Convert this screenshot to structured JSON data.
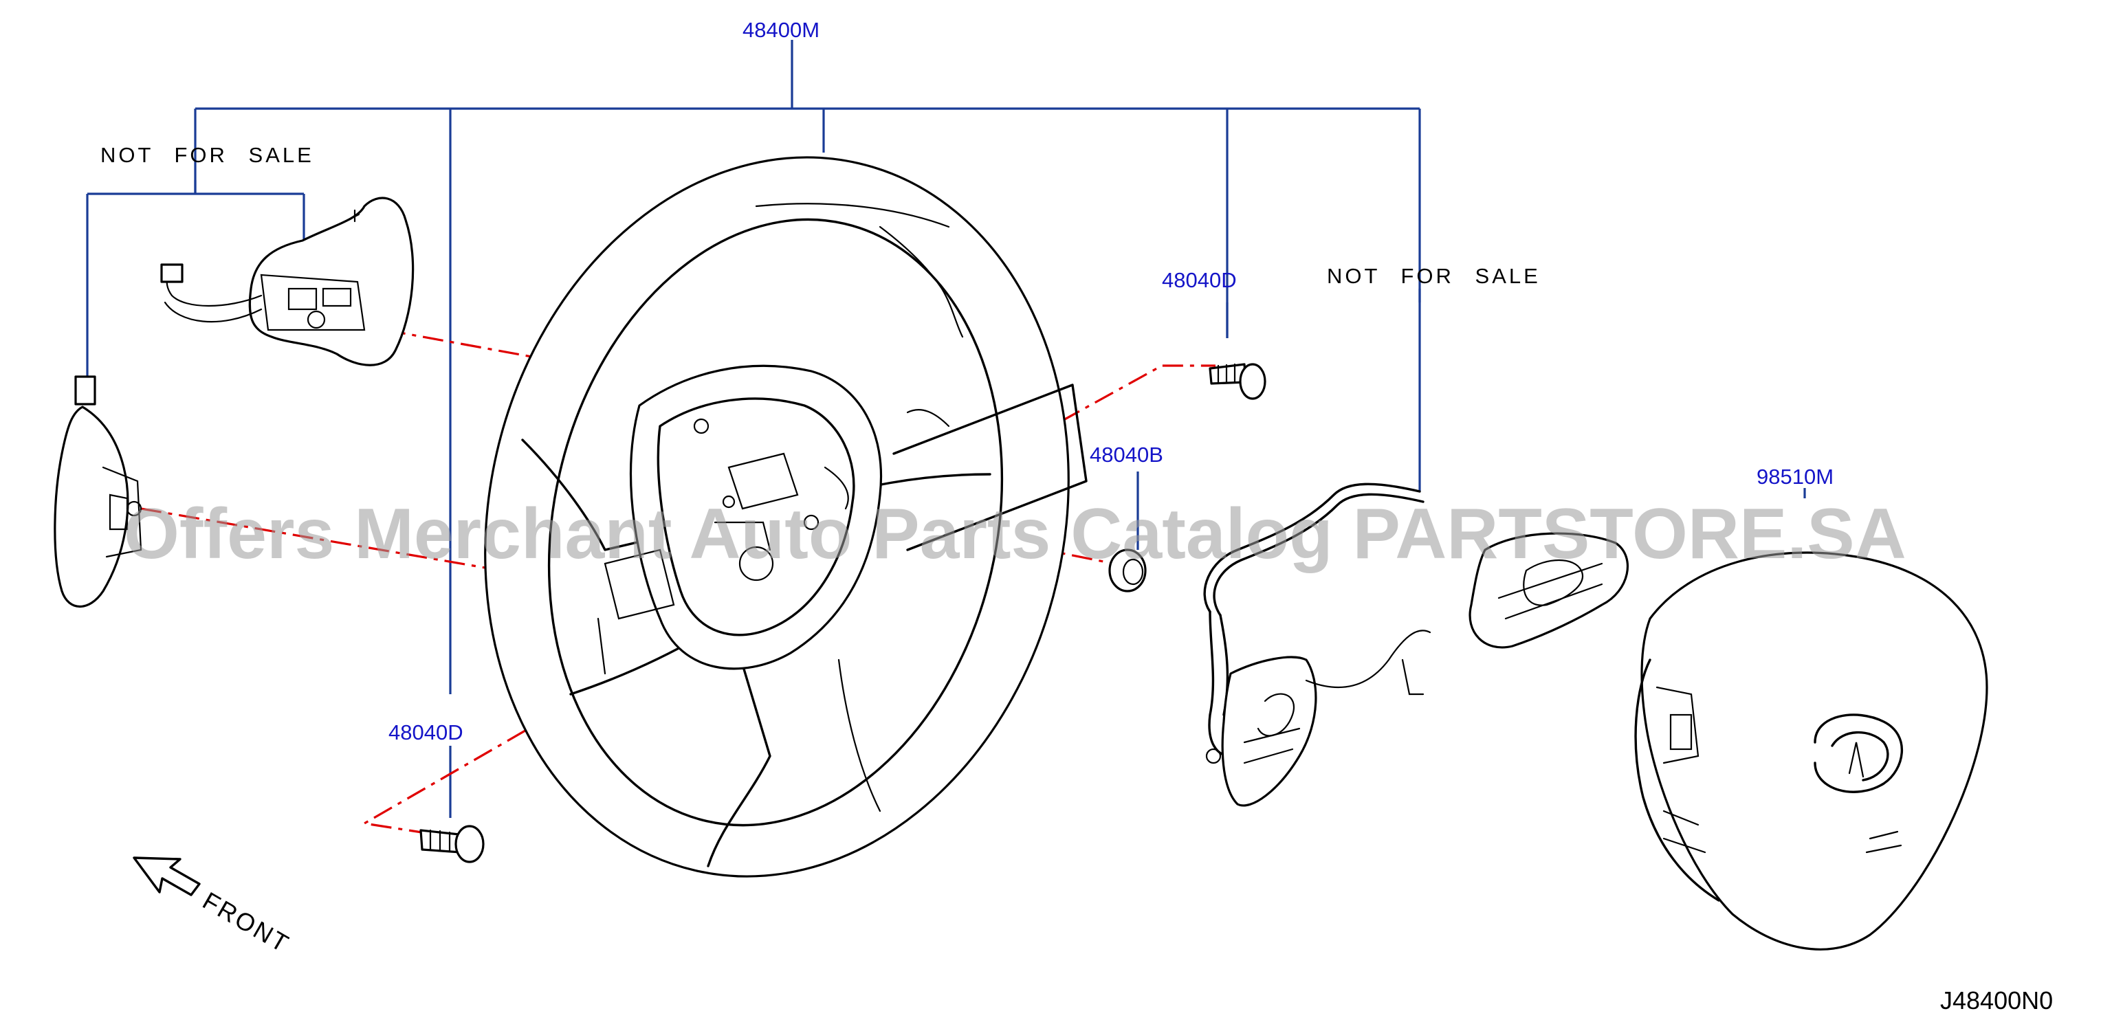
{
  "labels": {
    "part_48400M": "48400M",
    "part_48040D_right": "48040D",
    "part_48040B": "48040B",
    "part_48040D_left": "48040D",
    "part_98510M": "98510M",
    "not_for_sale_left": "NOT FOR SALE",
    "not_for_sale_right": "NOT FOR SALE",
    "front": "FRONT",
    "diagram_code": "J48400N0",
    "watermark": "Offers Merchant Auto Parts Catalog PARTSTORE.SA"
  },
  "colors": {
    "part_label": "#1414c8",
    "leader_line": "#1a3c96",
    "assembly_line": "#e00000",
    "watermark": "#9a9a9a"
  }
}
